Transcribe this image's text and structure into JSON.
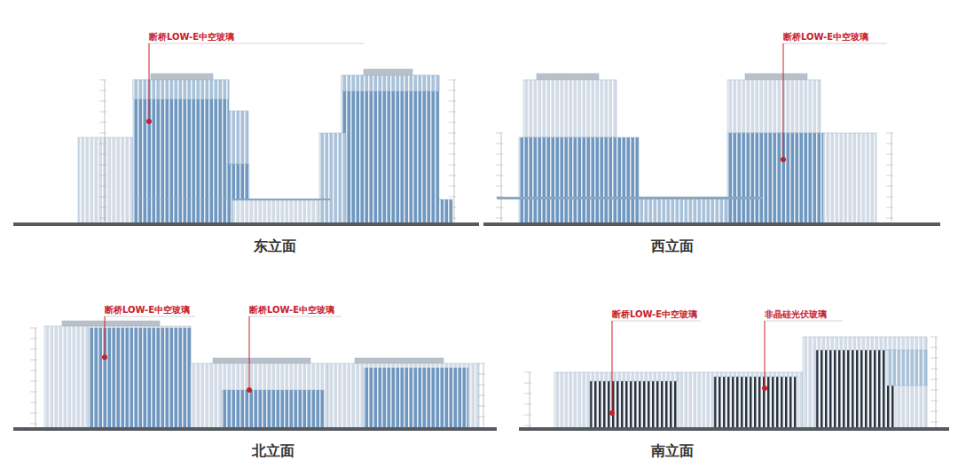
{
  "diagram": {
    "labels": [
      "断桥LOW-E中空玻璃",
      "断桥LOW-E中空玻璃",
      "东立面",
      "西立面",
      "断桥LOW-E中空玻璃",
      "断桥LOW-E中空玻璃",
      "断桥LOW-E中空玻璃",
      "非晶硅光伏玻璃",
      "北立面",
      "南立面"
    ]
  }
}
